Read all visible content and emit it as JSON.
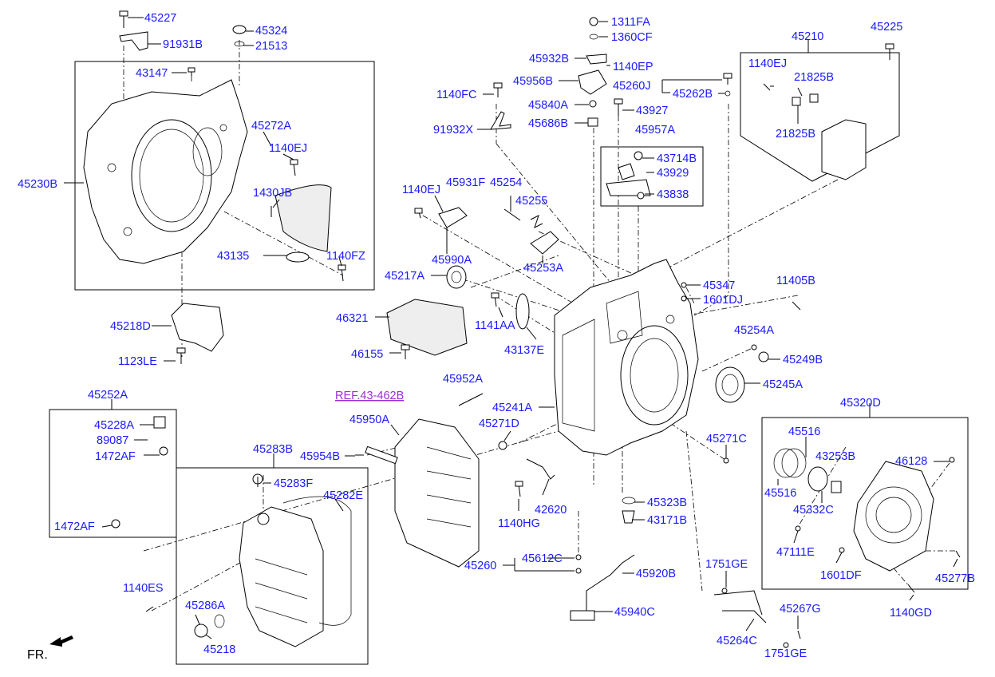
{
  "ref_label": "REF.43-462B",
  "fr_label": "FR.",
  "parts": [
    {
      "id": "p01",
      "code": "45227"
    },
    {
      "id": "p02",
      "code": "45324"
    },
    {
      "id": "p03",
      "code": "91931B"
    },
    {
      "id": "p04",
      "code": "21513"
    },
    {
      "id": "p05",
      "code": "43147"
    },
    {
      "id": "p06",
      "code": "45272A"
    },
    {
      "id": "p07",
      "code": "1140EJ"
    },
    {
      "id": "p08",
      "code": "45230B"
    },
    {
      "id": "p09",
      "code": "1430JB"
    },
    {
      "id": "p10",
      "code": "43135"
    },
    {
      "id": "p11",
      "code": "1140FZ"
    },
    {
      "id": "p12",
      "code": "45218D"
    },
    {
      "id": "p13",
      "code": "1123LE"
    },
    {
      "id": "p14",
      "code": "1311FA"
    },
    {
      "id": "p15",
      "code": "1360CF"
    },
    {
      "id": "p16",
      "code": "45932B"
    },
    {
      "id": "p17",
      "code": "1140EP"
    },
    {
      "id": "p18",
      "code": "45956B"
    },
    {
      "id": "p19",
      "code": "1140FC"
    },
    {
      "id": "p20",
      "code": "45260J"
    },
    {
      "id": "p21",
      "code": "45262B"
    },
    {
      "id": "p22",
      "code": "45840A"
    },
    {
      "id": "p23",
      "code": "43927"
    },
    {
      "id": "p24",
      "code": "91932X"
    },
    {
      "id": "p25",
      "code": "45686B"
    },
    {
      "id": "p26",
      "code": "45957A"
    },
    {
      "id": "p27",
      "code": "43714B"
    },
    {
      "id": "p28",
      "code": "43929"
    },
    {
      "id": "p29",
      "code": "43838"
    },
    {
      "id": "p30",
      "code": "45210"
    },
    {
      "id": "p31",
      "code": "45225"
    },
    {
      "id": "p32",
      "code": "1140EJ"
    },
    {
      "id": "p33",
      "code": "21825B"
    },
    {
      "id": "p34",
      "code": "21825B"
    },
    {
      "id": "p35",
      "code": "1140EJ"
    },
    {
      "id": "p36",
      "code": "45931F"
    },
    {
      "id": "p37",
      "code": "45254"
    },
    {
      "id": "p38",
      "code": "45255"
    },
    {
      "id": "p39",
      "code": "45990A"
    },
    {
      "id": "p40",
      "code": "45253A"
    },
    {
      "id": "p41",
      "code": "45217A"
    },
    {
      "id": "p42",
      "code": "45347"
    },
    {
      "id": "p43",
      "code": "11405B"
    },
    {
      "id": "p44",
      "code": "1601DJ"
    },
    {
      "id": "p45",
      "code": "46321"
    },
    {
      "id": "p46",
      "code": "1141AA"
    },
    {
      "id": "p47",
      "code": "43137E"
    },
    {
      "id": "p48",
      "code": "45254A"
    },
    {
      "id": "p49",
      "code": "46155"
    },
    {
      "id": "p50",
      "code": "45249B"
    },
    {
      "id": "p51",
      "code": "45952A"
    },
    {
      "id": "p52",
      "code": "45245A"
    },
    {
      "id": "p53",
      "code": "45241A"
    },
    {
      "id": "p54",
      "code": "45252A"
    },
    {
      "id": "p55",
      "code": "45950A"
    },
    {
      "id": "p56",
      "code": "45271D"
    },
    {
      "id": "p57",
      "code": "45228A"
    },
    {
      "id": "p58",
      "code": "89087"
    },
    {
      "id": "p59",
      "code": "1472AF"
    },
    {
      "id": "p60",
      "code": "45954B"
    },
    {
      "id": "p61",
      "code": "45271C"
    },
    {
      "id": "p62",
      "code": "45320D"
    },
    {
      "id": "p63",
      "code": "45516"
    },
    {
      "id": "p64",
      "code": "43253B"
    },
    {
      "id": "p65",
      "code": "46128"
    },
    {
      "id": "p66",
      "code": "45283B"
    },
    {
      "id": "p67",
      "code": "45283F"
    },
    {
      "id": "p68",
      "code": "45282E"
    },
    {
      "id": "p69",
      "code": "45516"
    },
    {
      "id": "p70",
      "code": "45323B"
    },
    {
      "id": "p71",
      "code": "42620"
    },
    {
      "id": "p72",
      "code": "45332C"
    },
    {
      "id": "p73",
      "code": "1472AF"
    },
    {
      "id": "p74",
      "code": "1140HG"
    },
    {
      "id": "p75",
      "code": "43171B"
    },
    {
      "id": "p76",
      "code": "47111E"
    },
    {
      "id": "p77",
      "code": "45612C"
    },
    {
      "id": "p78",
      "code": "45260"
    },
    {
      "id": "p79",
      "code": "1601DF"
    },
    {
      "id": "p80",
      "code": "45277B"
    },
    {
      "id": "p81",
      "code": "45920B"
    },
    {
      "id": "p82",
      "code": "1751GE"
    },
    {
      "id": "p83",
      "code": "1140ES"
    },
    {
      "id": "p84",
      "code": "45286A"
    },
    {
      "id": "p85",
      "code": "45940C"
    },
    {
      "id": "p86",
      "code": "1140GD"
    },
    {
      "id": "p87",
      "code": "45267G"
    },
    {
      "id": "p88",
      "code": "45218"
    },
    {
      "id": "p89",
      "code": "45264C"
    },
    {
      "id": "p90",
      "code": "1751GE"
    }
  ]
}
